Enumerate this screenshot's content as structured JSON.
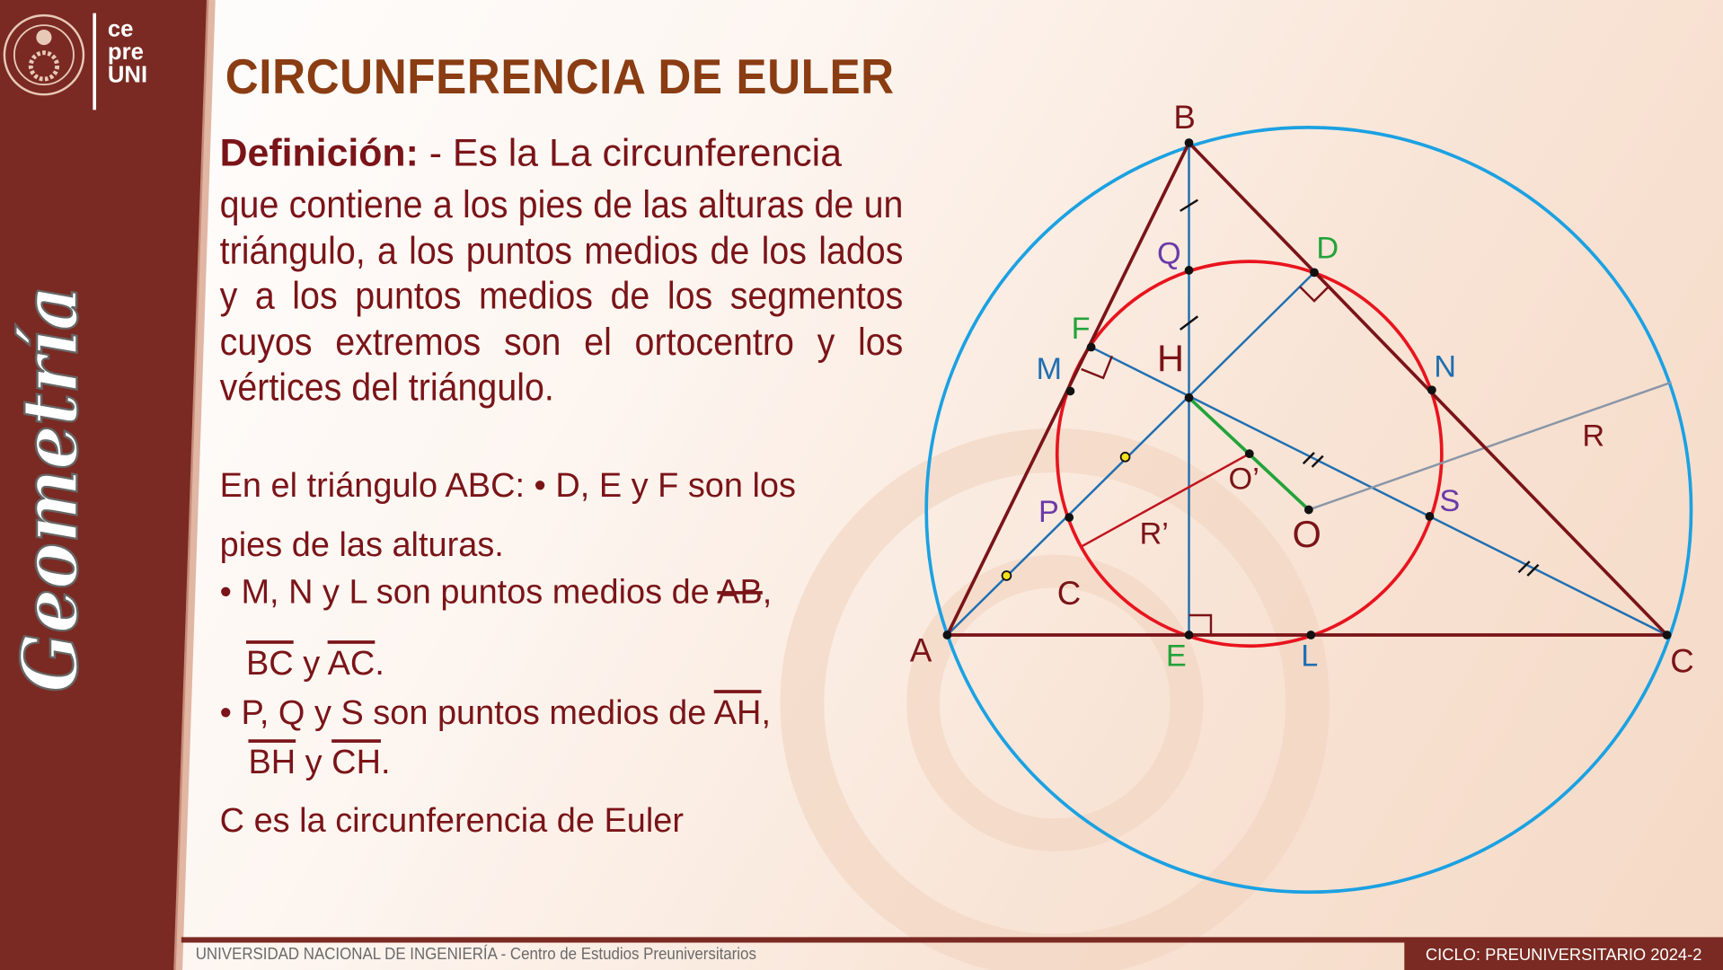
{
  "header": {
    "title": "CIRCUNFERENCIA DE EULER",
    "logo_text": [
      "ce",
      "pre",
      "UNI"
    ],
    "sidebar_subject": "Geometría"
  },
  "definition": {
    "label": "Definición:",
    "lead": " - Es la",
    "overlap_text": "La circunferencia",
    "body": "que contiene a los pies de las alturas de un triángulo, a los puntos medios de los lados y a los puntos medios de los segmentos cuyos extremos son el ortocentro y los vértices del triángulo."
  },
  "notes": {
    "line1": "En el triángulo ABC: • D, E y F son los",
    "line2": "pies de las alturas.",
    "line3_pre": "• M, N y L son puntos medios de ",
    "line3_seg": "AB",
    "line3_post": ",",
    "line4_seg1": "BC",
    "line4_mid": " y ",
    "line4_seg2": "AC",
    "line4_post": ".",
    "line5_pre": "• P, Q y S son puntos medios de ",
    "line5_seg": "AH",
    "line5_post": ",",
    "line6_seg1": "BH",
    "line6_mid": " y ",
    "line6_seg2": "CH",
    "line6_post": ".",
    "line7": "C es la circunferencia de Euler"
  },
  "figure": {
    "labels": {
      "A": "A",
      "B": "B",
      "C": "C",
      "D": "D",
      "E": "E",
      "F": "F",
      "H": "H",
      "M": "M",
      "N": "N",
      "L": "L",
      "P": "P",
      "Q": "Q",
      "S": "S",
      "O": "O",
      "O1": "O’",
      "R": "R",
      "R1": "R’",
      "circle": "C"
    },
    "colors": {
      "triangle": "#7a1418",
      "circumcircle": "#1ba1e2",
      "nine_point": "#e8141e",
      "altitudes": "#1f6fb2",
      "euler": "#22a33a",
      "radius_R": "#8a96a8",
      "green": "#22a33a",
      "blue": "#1f6fb2",
      "purple": "#6a3aa8"
    }
  },
  "footer": {
    "left": "UNIVERSIDAD NACIONAL DE INGENIERÍA  - Centro de Estudios Preuniversitarios",
    "right": "CICLO: PREUNIVERSITARIO 2024-2"
  }
}
